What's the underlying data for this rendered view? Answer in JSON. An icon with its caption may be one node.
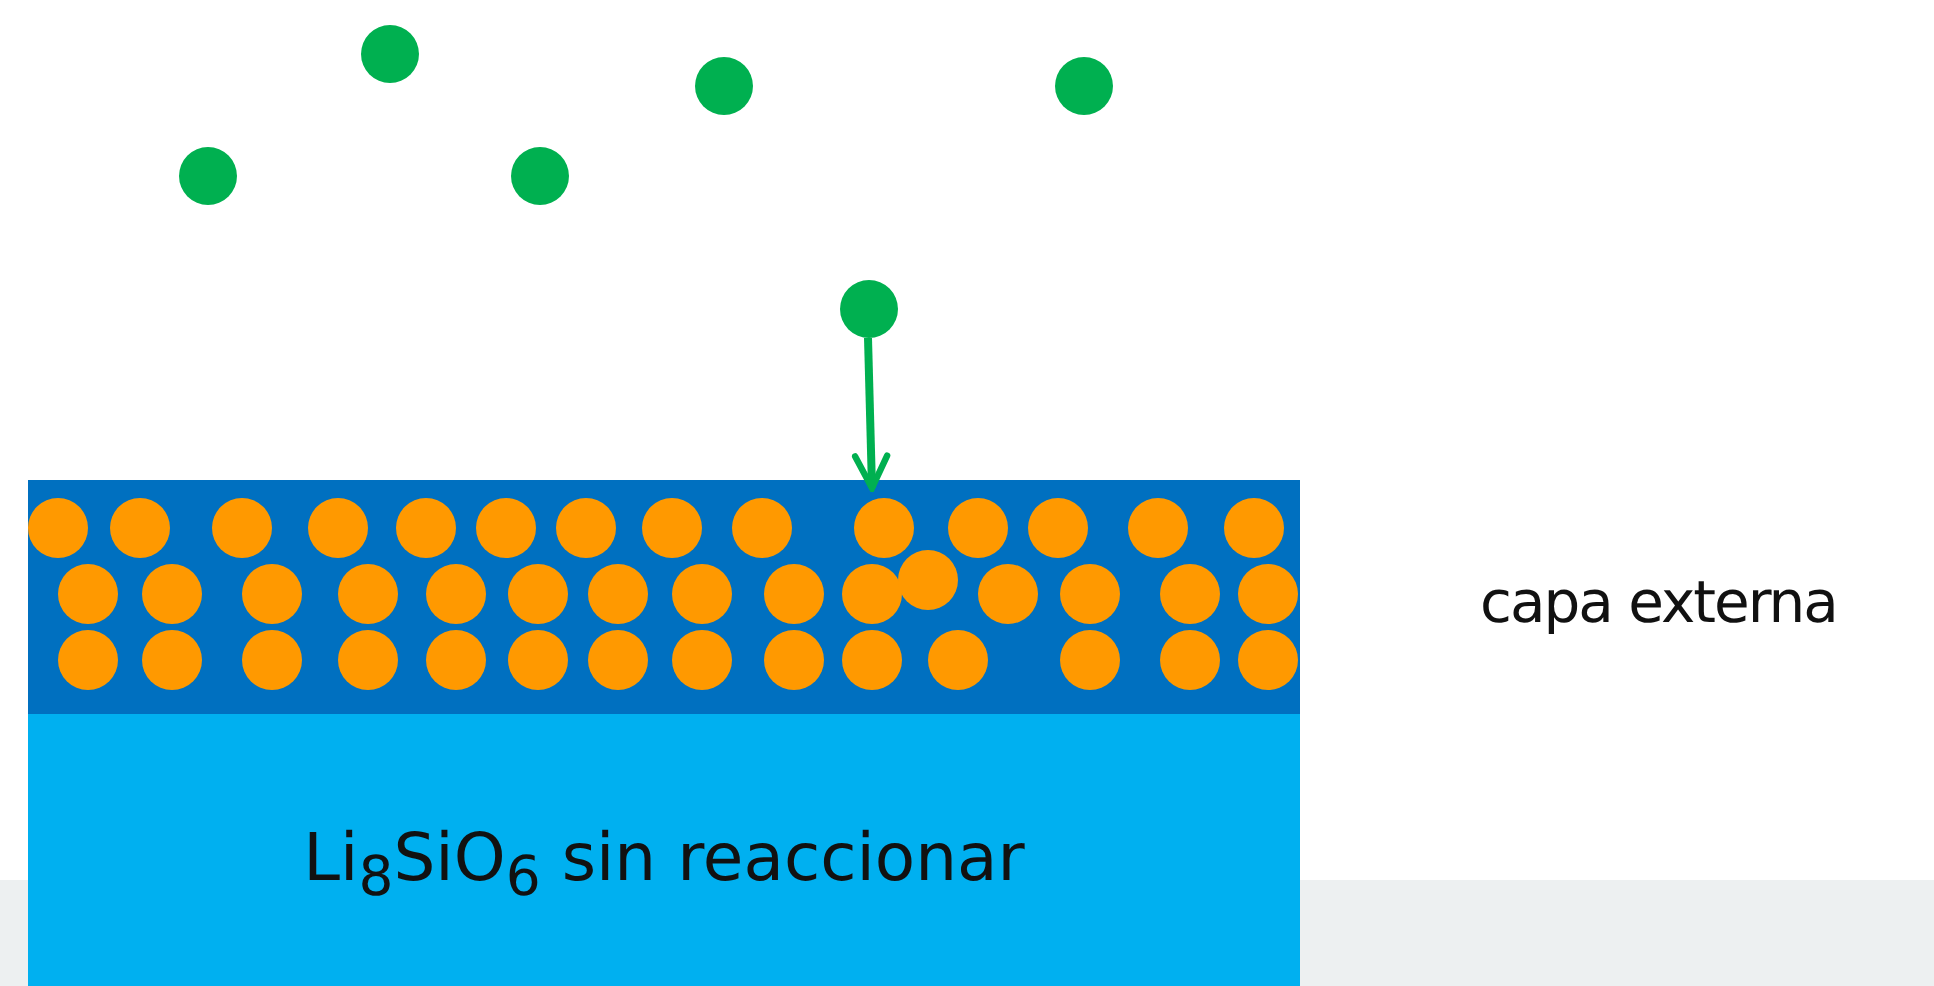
{
  "diagram": {
    "nodes": [
      {
        "text": [],
        "shape": "circle"
      },
      {
        "text": [],
        "shape": "bar"
      },
      {
        "text": [
          "Li$_{8}$SiO$_{6}$ sin reaccionar"
        ]
      }
    ],
    "edges": [
      {
        "from": 0,
        "to": 1,
        "arrow": "to"
      }
    ],
    "labels": [
      "capa externa"
    ]
  }
}
